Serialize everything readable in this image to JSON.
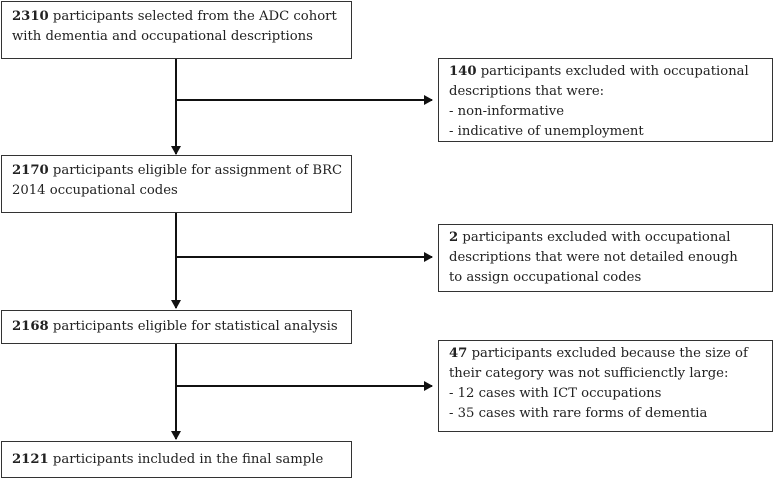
{
  "flowchart": {
    "main_boxes": [
      {
        "num": "2310",
        "lines": [
          "participants selected from the ADC cohort",
          "with dementia and occupational descriptions"
        ]
      },
      {
        "num": "2170",
        "lines": [
          "participants eligible for assignment of BRC",
          "2014 occupational codes"
        ]
      },
      {
        "num": "2168",
        "lines": [
          "participants eligible for statistical analysis"
        ]
      },
      {
        "num": "2121",
        "lines": [
          "participants included in the final sample"
        ]
      }
    ],
    "exclusion_boxes": [
      {
        "num": "140",
        "lines": [
          "participants excluded with occupational",
          "descriptions that were:",
          "- non-informative",
          "- indicative of unemployment"
        ]
      },
      {
        "num": "2",
        "lines": [
          "participants excluded with occupational",
          "descriptions that were not detailed enough",
          "to assign occupational codes"
        ]
      },
      {
        "num": "47",
        "lines": [
          "participants excluded because the size of",
          "their category was not sufficienctly large:",
          "- 12 cases with ICT occupations",
          "- 35 cases with rare forms of dementia"
        ]
      }
    ]
  }
}
